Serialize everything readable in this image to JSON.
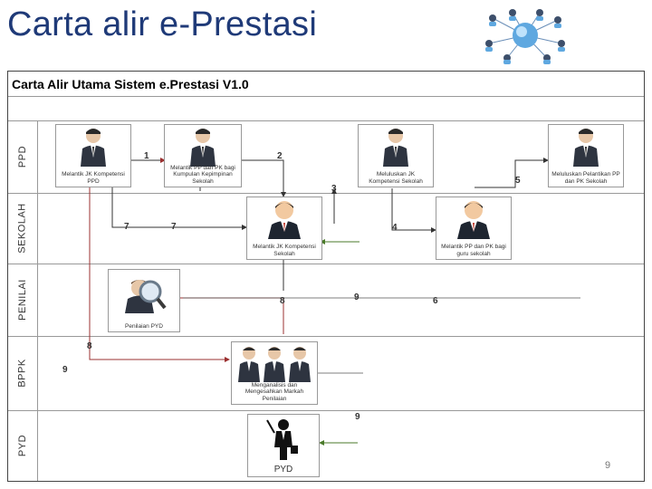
{
  "slide": {
    "title": "Carta alir e-Prestasi",
    "page_number": "9"
  },
  "chart": {
    "heading": "Carta Alir Utama Sistem e.Prestasi V1.0",
    "lanes": [
      "PPD",
      "SEKOLAH",
      "PENILAI",
      "BPPK",
      "PYD"
    ],
    "nodes": {
      "ppd_1": "Melantik JK Kompetensi PPD",
      "ppd_2": "Melantik PP dan PK bagi Kumpulan Kepimpinan Sekolah",
      "ppd_3": "Meluluskan JK Kompetensi Sekolah",
      "ppd_4": "Meluluskan Pelantikan PP dan PK Sekolah",
      "sek_1": "Melantik JK Kompetensi Sekolah",
      "sek_2": "Melantik PP dan PK bagi guru sekolah",
      "penilai_1": "Penilaian PYD",
      "bppk_1": "Menganalisis dan Mengesahkan Markah Penilaian",
      "pyd_1": "PYD"
    },
    "step_labels": {
      "s1": "1",
      "s2": "2",
      "s3": "3",
      "s4": "4",
      "s5": "5",
      "s6": "6",
      "s7a": "7",
      "s7b": "7",
      "s8a": "8",
      "s8b": "8",
      "s9a": "9",
      "s9b": "9",
      "s9c": "9"
    }
  }
}
